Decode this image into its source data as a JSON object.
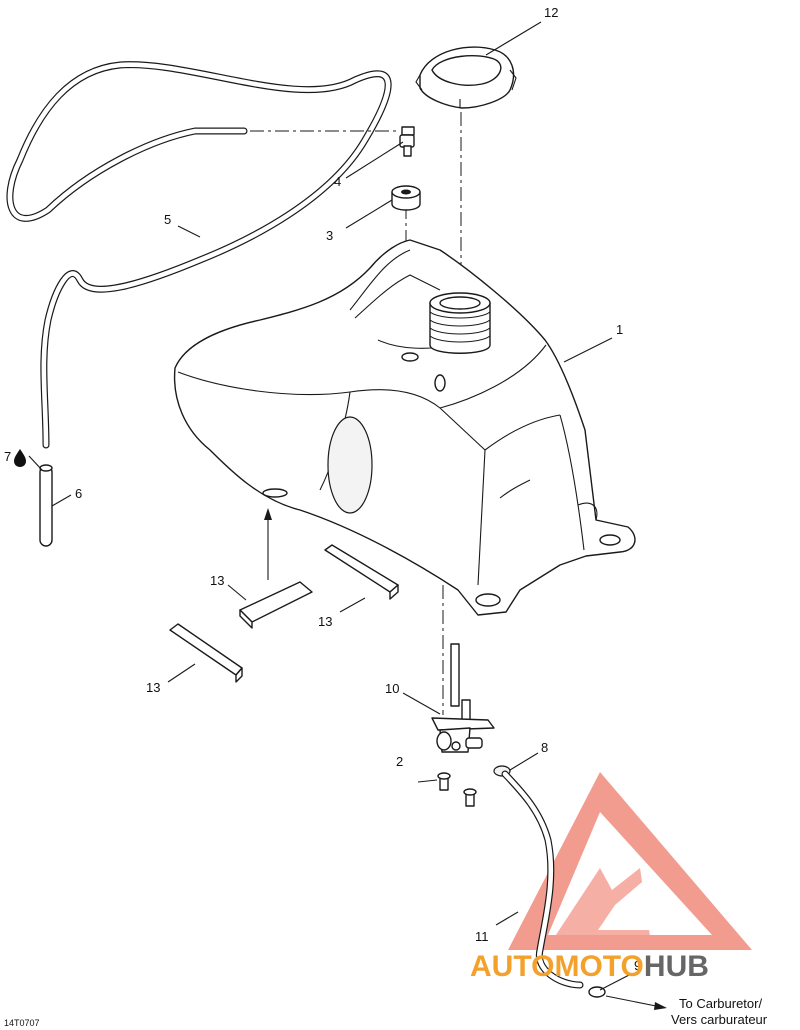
{
  "reference_code": "14T0707",
  "callouts": {
    "c1": "1",
    "c2": "2",
    "c3": "3",
    "c4": "4",
    "c5": "5",
    "c6": "6",
    "c7": "7",
    "c8": "8",
    "c9": "9",
    "c10": "10",
    "c11": "11",
    "c12": "12",
    "c13a": "13",
    "c13b": "13",
    "c13c": "13"
  },
  "destination_note": {
    "line1": "To Carburetor/",
    "line2": "Vers carburateur"
  },
  "watermark": {
    "part1": "AUTO",
    "part2": "MOTO",
    "part3": "HUB",
    "color_main": "#f4a12c",
    "color_mid": "#f08a7c",
    "color_hub": "#666666",
    "logo_color": "#f08a7c"
  }
}
